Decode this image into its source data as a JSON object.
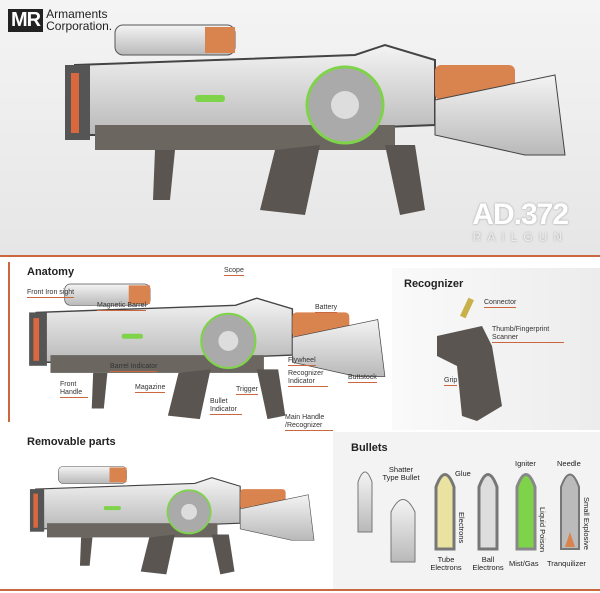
{
  "brand": {
    "logo_letters": "MR",
    "name_line1": "Armaments",
    "name_line2": "Corporation."
  },
  "hero": {
    "model": "AD.372",
    "subtitle": "RAILGUN"
  },
  "anatomy": {
    "title": "Anatomy",
    "labels": {
      "scope": "Scope",
      "front_iron_sight": "Front Iron sight",
      "magnetic_barrel": "Magnetic Barrel",
      "battery": "Battery",
      "barrel_indicator": "Barrel Indicator",
      "flywheel": "Flywheel",
      "front_handle": "Front Handle",
      "magazine": "Magazine",
      "trigger": "Trigger",
      "recognizer_indicator": "Recognizer Indicator",
      "buttstock": "Buttstock",
      "bullet_indicator": "Bullet Indicator",
      "main_handle": "Main Handle /Recognizer"
    }
  },
  "recognizer": {
    "title": "Recognizer",
    "labels": {
      "connector": "Connector",
      "scanner": "Thumb/Fingerprint Scanner",
      "grip": "Grip"
    }
  },
  "removable": {
    "title": "Removable parts"
  },
  "bullets": {
    "title": "Bullets",
    "labels": {
      "shatter": "Shatter Type Bullet",
      "glue": "Glue",
      "electrons": "Electrons",
      "igniter": "Igniter",
      "needle": "Needle",
      "liquid_poison": "Liquid Poison",
      "small_explosive": "Small Explosive",
      "tube": "Tube Electrons",
      "ball": "Ball Electrons",
      "mist": "Mist/Gas",
      "tranq": "Tranquilizer"
    }
  },
  "colors": {
    "accent": "#c9683e",
    "metal": "#d8d8d8",
    "dark": "#5a5550",
    "green": "#7fd34a"
  }
}
